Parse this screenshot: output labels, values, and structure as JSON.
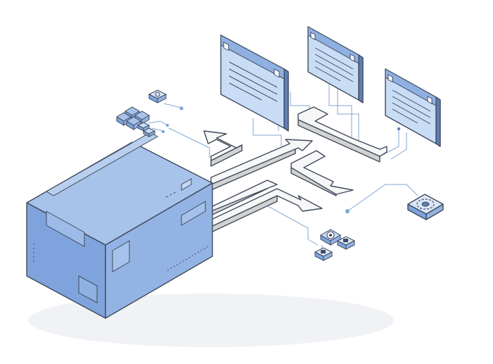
{
  "colors": {
    "box_top": "#a8c3ea",
    "box_left": "#7fa3dc",
    "box_right": "#93b3e4",
    "panel_face": "#c9dcf6",
    "panel_bar": "#90b0e2",
    "panel_side": "#5f7fb5",
    "arrow_top": "#f7f7f7",
    "arrow_side": "#d2d2d2",
    "wire": "#7fa6d6",
    "outline": "#3f4a5c",
    "shadow": "#e9ebf0"
  },
  "icons": {
    "shipping_box": "shipping-box-icon",
    "network_cluster": "network-cluster-icon",
    "settings_gear": "gear-icon",
    "target_module": "target-icon"
  },
  "counts": {
    "window_panels": 3,
    "flow_arrows": 4,
    "chip_nodes": 3
  }
}
